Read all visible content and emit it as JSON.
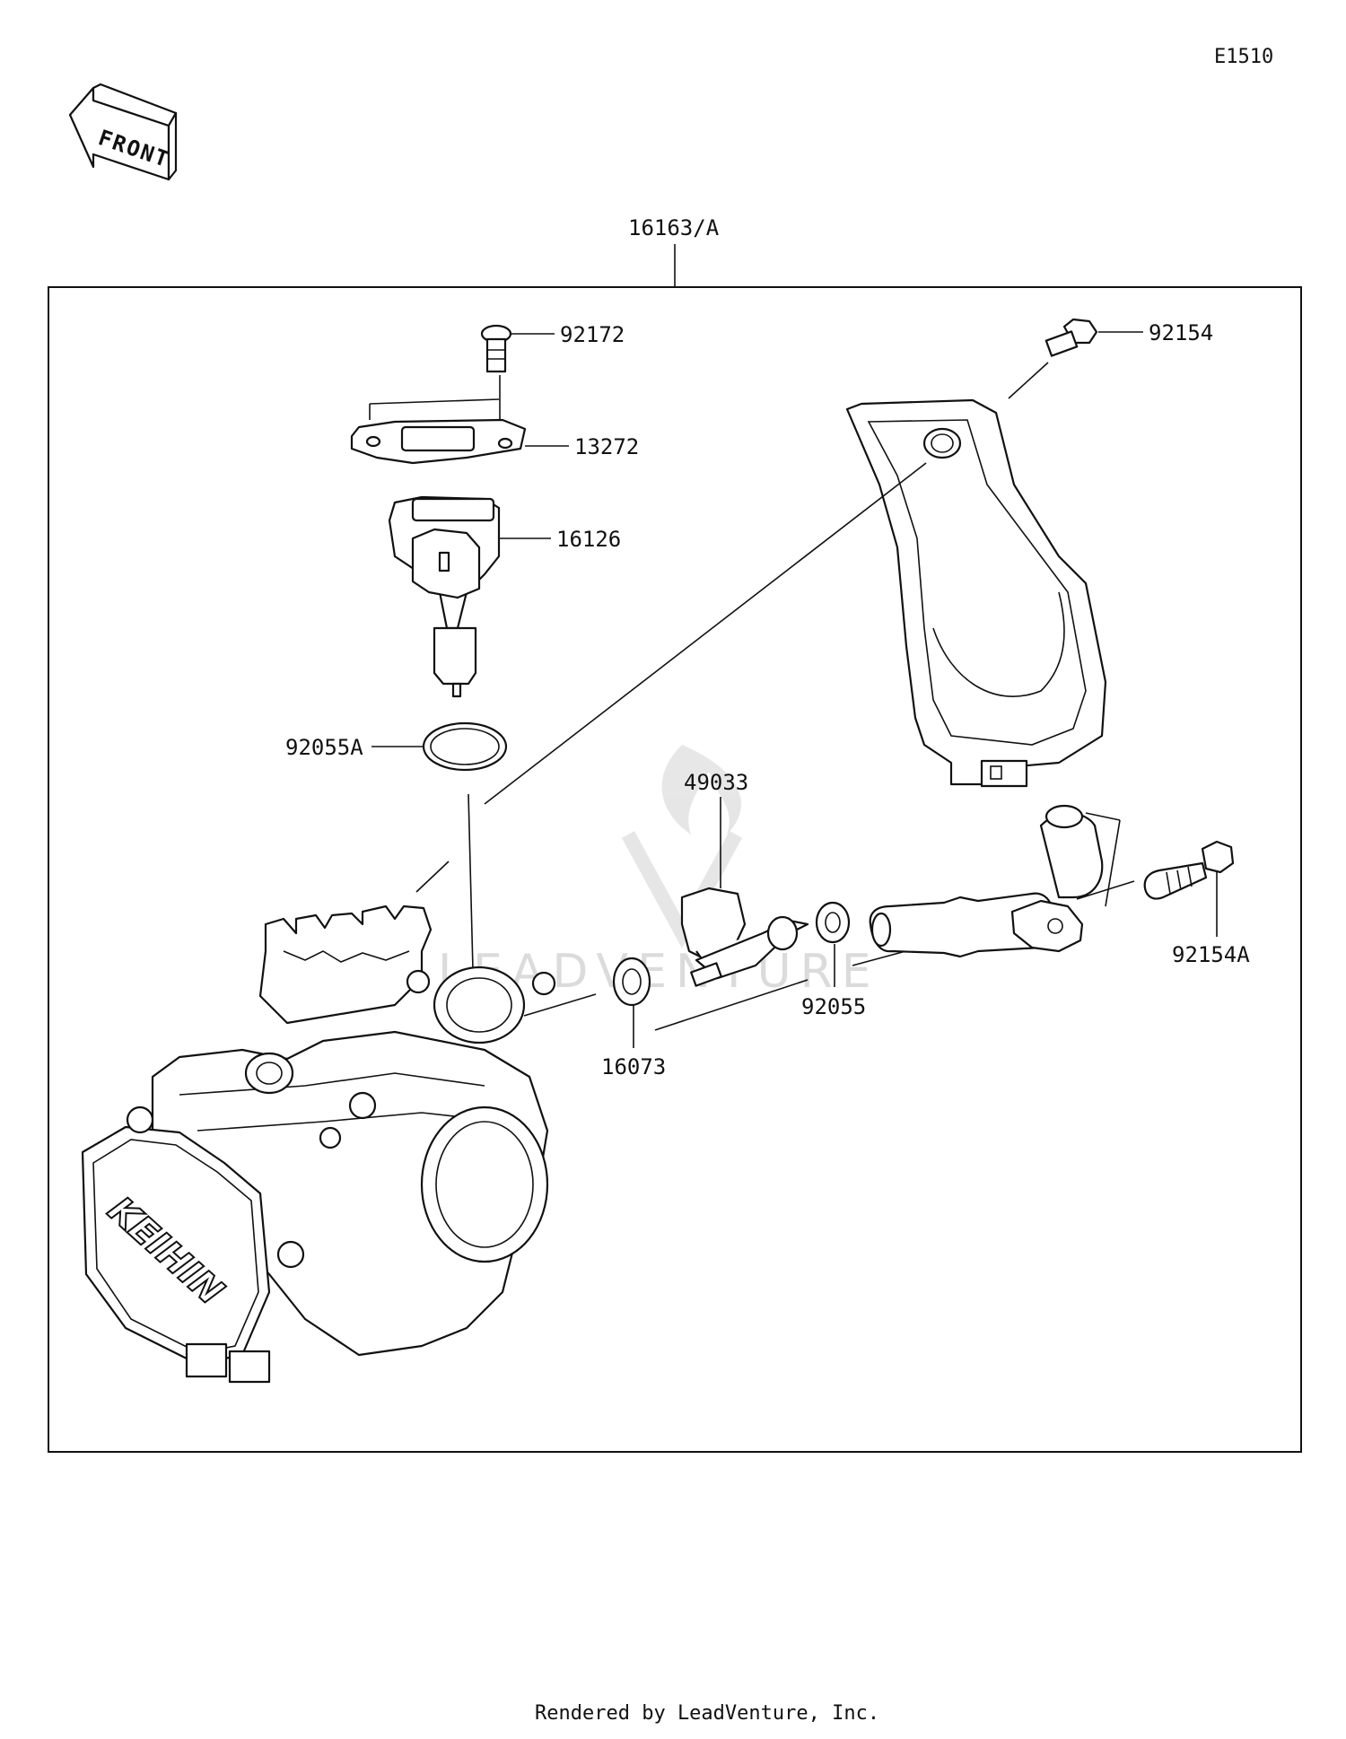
{
  "diagram": {
    "code": "E1510",
    "front_label": "FRONT",
    "footer": "Rendered by LeadVenture, Inc.",
    "watermark": "LEADVENTURE",
    "brand_on_part": "KEIHIN",
    "parts": [
      {
        "id": "16163/A"
      },
      {
        "id": "92172"
      },
      {
        "id": "13272"
      },
      {
        "id": "16126"
      },
      {
        "id": "92055A"
      },
      {
        "id": "92154"
      },
      {
        "id": "49033"
      },
      {
        "id": "92055"
      },
      {
        "id": "16073"
      },
      {
        "id": "92154A"
      }
    ]
  }
}
